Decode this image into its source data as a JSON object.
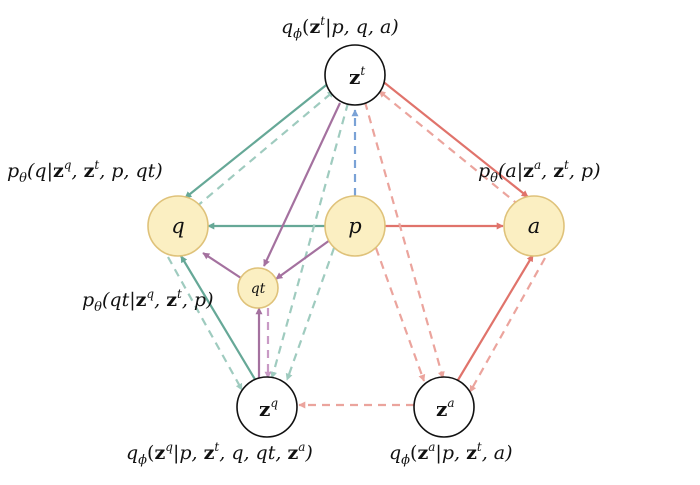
{
  "colors": {
    "green": "#66a897",
    "green_dashed": "#9fcbbf",
    "red": "#e0736b",
    "red_dashed": "#eba49d",
    "purple": "#a4719f",
    "purple_dashed": "#c99ac5",
    "blue_dashed": "#7aa2d6",
    "latent_fill": "#ffffff",
    "observed_fill": "#fbefc2",
    "observed_stroke": "#dfc27a"
  },
  "nodes": {
    "zt": {
      "sym": "z",
      "sup": "t"
    },
    "q": {
      "sym": "q"
    },
    "p": {
      "sym": "p"
    },
    "a": {
      "sym": "a"
    },
    "qt": {
      "sym": "qt"
    },
    "zq": {
      "sym": "z",
      "sup": "q"
    },
    "za": {
      "sym": "z",
      "sup": "a"
    }
  },
  "labels": {
    "top": {
      "fn": "q",
      "sub": "ϕ",
      "open": "(",
      "b1": "z",
      "s1": "t",
      "rest": "|p, q, a)"
    },
    "q_label": {
      "fn": "p",
      "sub": "θ",
      "open": "(q|",
      "b1": "z",
      "s1": "q",
      "mid": ", ",
      "b2": "z",
      "s2": "t",
      "rest": ", p, qt)"
    },
    "a_label": {
      "fn": "p",
      "sub": "θ",
      "open": "(a|",
      "b1": "z",
      "s1": "a",
      "mid": ", ",
      "b2": "z",
      "s2": "t",
      "rest": ", p)"
    },
    "qt_label": {
      "fn": "p",
      "sub": "θ",
      "open": "(qt|",
      "b1": "z",
      "s1": "q",
      "mid": ", ",
      "b2": "z",
      "s2": "t",
      "rest": ", p)"
    },
    "zq_label": {
      "fn": "q",
      "sub": "ϕ",
      "open": "(",
      "b1": "z",
      "s1": "q",
      "mid": "|p, ",
      "b2": "z",
      "s2": "t",
      "mid2": ", q, qt, ",
      "b3": "z",
      "s3": "a",
      "rest": ")"
    },
    "za_label": {
      "fn": "q",
      "sub": "ϕ",
      "open": "(",
      "b1": "z",
      "s1": "a",
      "mid": "|p, ",
      "b2": "z",
      "s2": "t",
      "rest": ", a)"
    }
  }
}
